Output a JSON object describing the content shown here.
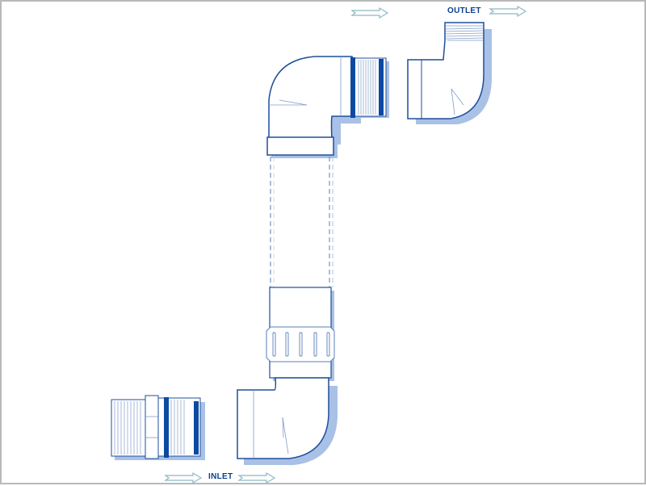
{
  "diagram": {
    "type": "plumbing-assembly",
    "labels": {
      "outlet": "OUTLET",
      "inlet": "INLET"
    },
    "flow_arrows": [
      {
        "id": "outlet-arrow-left",
        "direction": "right"
      },
      {
        "id": "outlet-arrow-right",
        "direction": "right"
      },
      {
        "id": "inlet-arrow-left",
        "direction": "right"
      },
      {
        "id": "inlet-arrow-right",
        "direction": "right"
      }
    ],
    "components": [
      {
        "id": "outlet-street-elbow",
        "description": "90° street elbow with male threaded top"
      },
      {
        "id": "upper-elbow",
        "description": "90° elbow with threaded spigot and O-rings"
      },
      {
        "id": "pipe-section",
        "description": "Straight pipe (dashed, length variable)"
      },
      {
        "id": "union-coupling",
        "description": "Coupling with ribbed nut"
      },
      {
        "id": "lower-elbow",
        "description": "90° elbow, socket inlet"
      },
      {
        "id": "inlet-adapter",
        "description": "Male adapter with threads and O-rings"
      }
    ],
    "colors": {
      "outline": "#1f4f9a",
      "shadow": "#a9c1e6",
      "oring": "#0b4aa3",
      "thread": "#7f9cc9",
      "arrow": "#8cb8c4",
      "frame": "#b9b9b9"
    }
  }
}
